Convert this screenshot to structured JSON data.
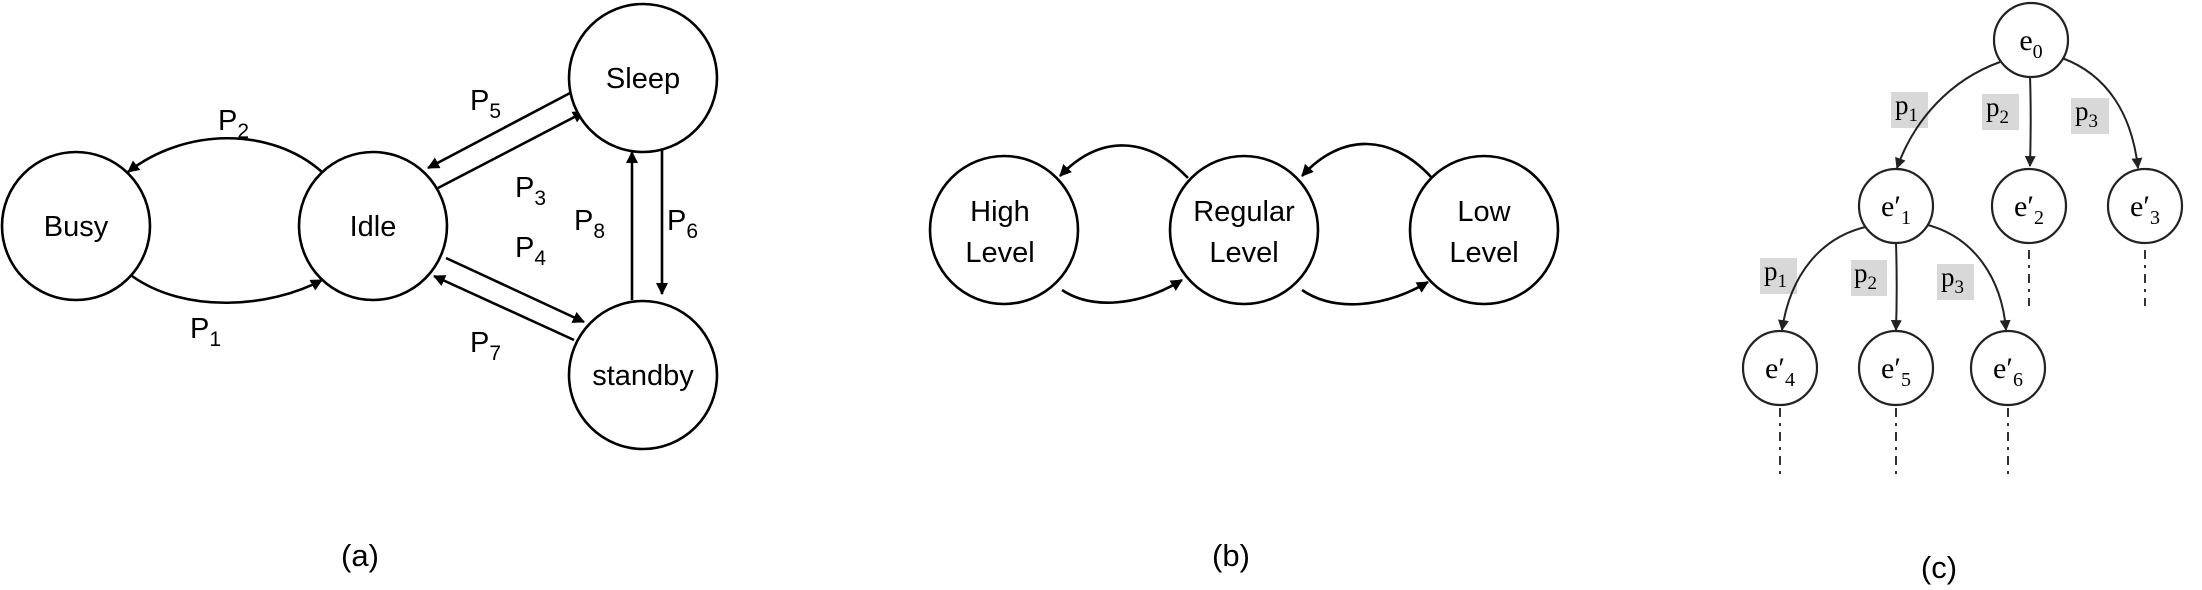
{
  "panel_a": {
    "nodes": {
      "busy": "Busy",
      "idle": "Idle",
      "sleep": "Sleep",
      "standby": "standby"
    },
    "edges": {
      "p1": {
        "base": "P",
        "sub": "1"
      },
      "p2": {
        "base": "P",
        "sub": "2"
      },
      "p3": {
        "base": "P",
        "sub": "3"
      },
      "p4": {
        "base": "P",
        "sub": "4"
      },
      "p5": {
        "base": "P",
        "sub": "5"
      },
      "p6": {
        "base": "P",
        "sub": "6"
      },
      "p7": {
        "base": "P",
        "sub": "7"
      },
      "p8": {
        "base": "P",
        "sub": "8"
      }
    },
    "caption": "(a)"
  },
  "panel_b": {
    "nodes": {
      "high_1": "High",
      "high_2": "Level",
      "regular_1": "Regular",
      "regular_2": "Level",
      "low_1": "Low",
      "low_2": "Level"
    },
    "caption": "(b)"
  },
  "panel_c": {
    "nodes": {
      "e0": {
        "base": "e",
        "sub": "0"
      },
      "e1": {
        "base": "e′",
        "sub": "1"
      },
      "e2": {
        "base": "e′",
        "sub": "2"
      },
      "e3": {
        "base": "e′",
        "sub": "3"
      },
      "e4": {
        "base": "e′",
        "sub": "4"
      },
      "e5": {
        "base": "e′",
        "sub": "5"
      },
      "e6": {
        "base": "e′",
        "sub": "6"
      }
    },
    "edges": {
      "top_p1": {
        "base": "p",
        "sub": "1"
      },
      "top_p2": {
        "base": "p",
        "sub": "2"
      },
      "top_p3": {
        "base": "p",
        "sub": "3"
      },
      "mid_p1": {
        "base": "p",
        "sub": "1"
      },
      "mid_p2": {
        "base": "p",
        "sub": "2"
      },
      "mid_p3": {
        "base": "p",
        "sub": "3"
      }
    },
    "caption": "(c)"
  }
}
